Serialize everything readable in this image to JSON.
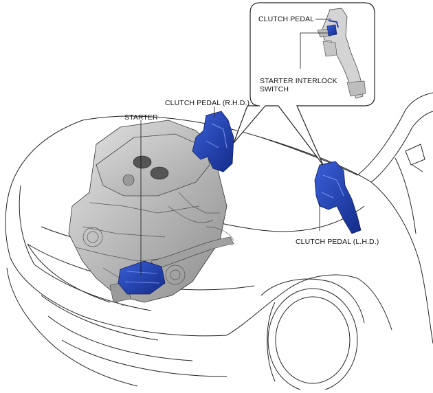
{
  "labels": {
    "clutch_pedal_inset": "CLUTCH PEDAL",
    "starter_interlock_switch_line1": "STARTER INTERLOCK",
    "starter_interlock_switch_line2": "SWITCH",
    "clutch_pedal_rhd": "CLUTCH PEDAL (R.H.D.)",
    "starter": "STARTER",
    "clutch_pedal_lhd": "CLUTCH PEDAL (L.H.D.)"
  },
  "colors": {
    "line": "#222222",
    "highlight": "#1f3fb0",
    "engine_gray": "#b9b9b9",
    "pedal_gray": "#d2d2d2"
  }
}
